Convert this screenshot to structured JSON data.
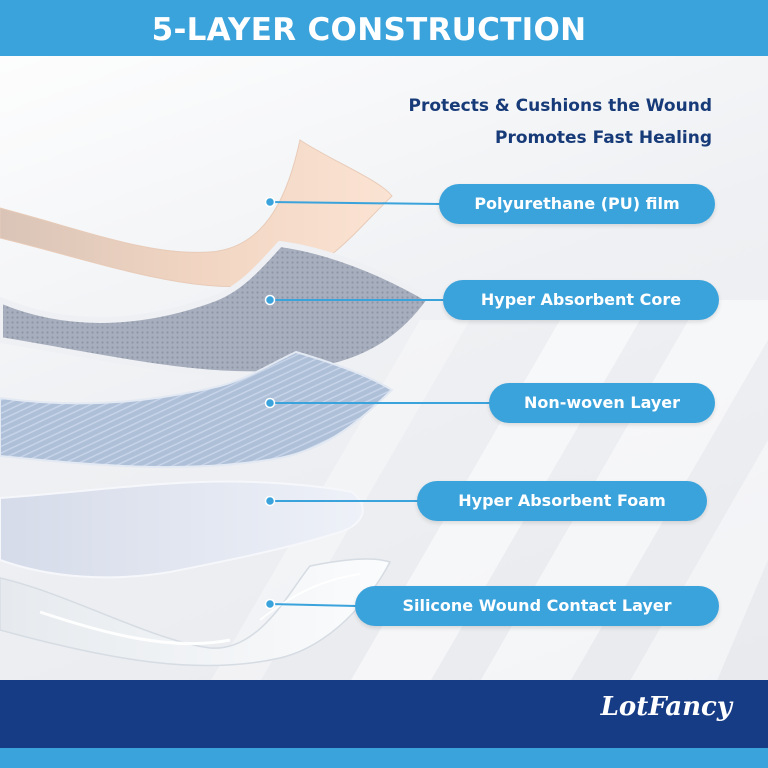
{
  "header": {
    "title": "5-LAYER CONSTRUCTION"
  },
  "taglines": [
    "Protects & Cushions the Wound",
    "Promotes Fast Healing"
  ],
  "layers": [
    {
      "label": "Polyurethane (PU) film"
    },
    {
      "label": "Hyper Absorbent Core"
    },
    {
      "label": "Non-woven Layer"
    },
    {
      "label": "Hyper Absorbent Foam"
    },
    {
      "label": "Silicone Wound Contact Layer"
    }
  ],
  "footer": {
    "brand": "LotFancy"
  },
  "colors": {
    "accent_blue": "#3ba3dc",
    "navy": "#173c86",
    "tagline_navy": "#173a78"
  }
}
